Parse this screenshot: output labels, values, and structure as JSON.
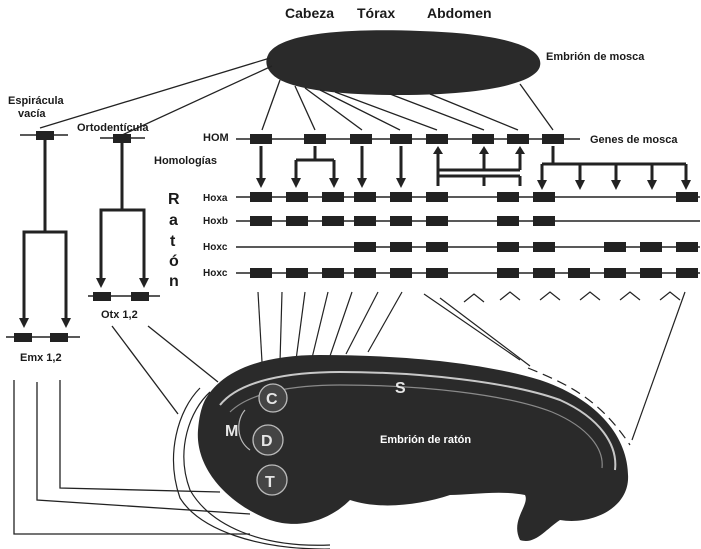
{
  "fly": {
    "regions": {
      "head": "Cabeza",
      "thorax": "Tórax",
      "abdomen": "Abdomen"
    },
    "embryo_label": "Embrión de mosca",
    "hom_label": "HOM",
    "genes_label": "Genes de mosca",
    "homologies_label": "Homologías"
  },
  "left_genes": {
    "ems_title_line1": "Espirácula",
    "ems_title_line2": "vacía",
    "otd_title": "Ortodentícula",
    "emx_label": "Emx 1,2",
    "otx_label": "Otx 1,2"
  },
  "mouse": {
    "vertical_letters": [
      "R",
      "a",
      "t",
      "ó",
      "n"
    ],
    "clusters": [
      "Hoxa",
      "Hoxb",
      "Hoxc",
      "Hoxc"
    ],
    "embryo_label": "Embrión de ratón",
    "region_letters": {
      "S": "S",
      "C": "C",
      "M": "M",
      "D": "D",
      "T": "T"
    }
  },
  "colors": {
    "ink": "#222222",
    "embryo": "#2a2a2a",
    "background": "#ffffff"
  }
}
